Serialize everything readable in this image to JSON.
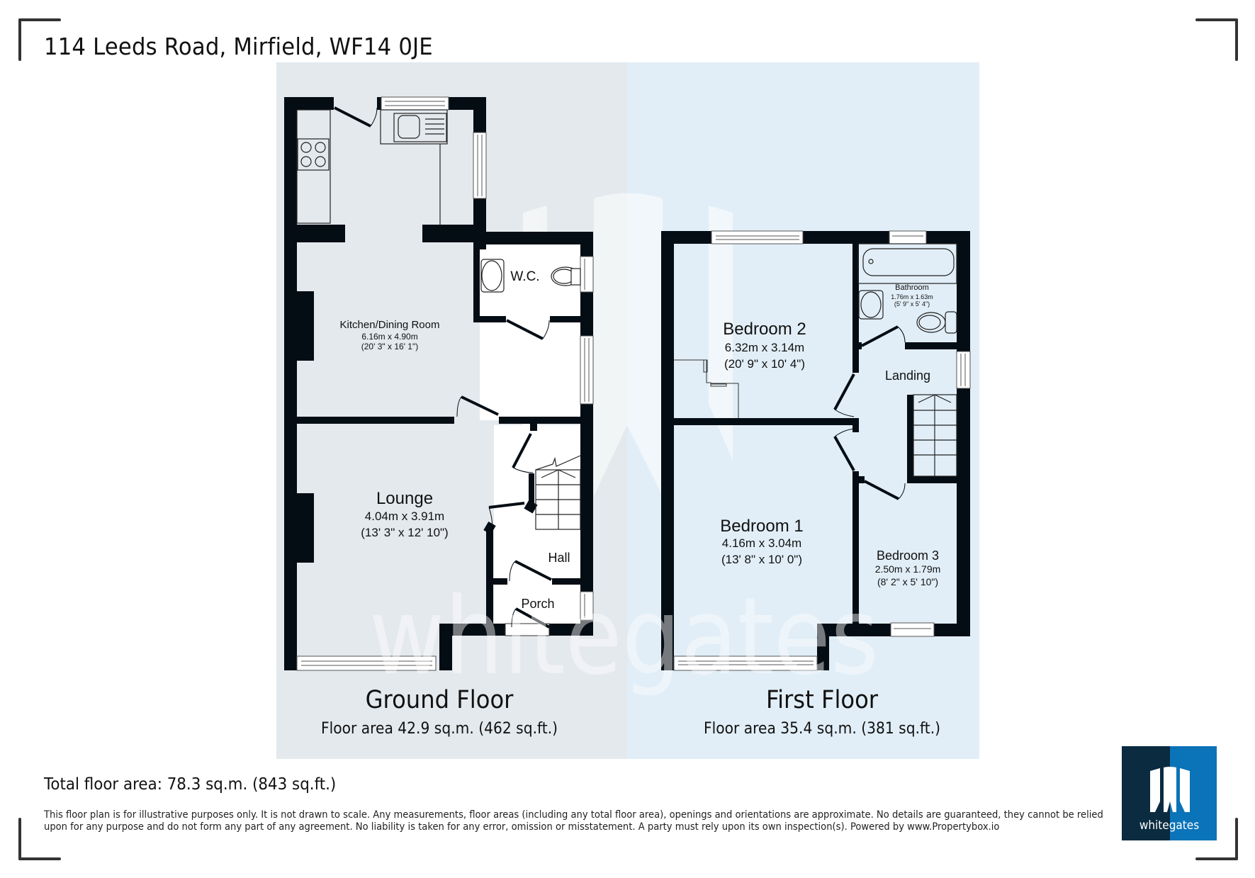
{
  "header": {
    "address": "114 Leeds Road, Mirfield, WF14 0JE"
  },
  "colors": {
    "ground_panel": "#e4e9ed",
    "first_panel": "#e1eef7",
    "wall": "#050d14",
    "logo_dark": "#0a2b40",
    "logo_blue": "#0b73b8"
  },
  "ground_floor": {
    "name": "Ground Floor",
    "area": "Floor area 42.9 sq.m. (462 sq.ft.)",
    "rooms": [
      {
        "name": "Kitchen/Dining Room",
        "metric": "6.16m x 4.90m",
        "imperial": "(20' 3\" x 16' 1\")"
      },
      {
        "name": "W.C."
      },
      {
        "name": "Lounge",
        "metric": "4.04m x 3.91m",
        "imperial": "(13' 3\" x 12' 10\")"
      },
      {
        "name": "Hall"
      },
      {
        "name": "Porch"
      }
    ]
  },
  "first_floor": {
    "name": "First Floor",
    "area": "Floor area 35.4 sq.m. (381 sq.ft.)",
    "rooms": [
      {
        "name": "Bedroom 2",
        "metric": "6.32m x 3.14m",
        "imperial": "(20' 9\" x 10' 4\")"
      },
      {
        "name": "Bathroom",
        "metric": "1.76m x 1.63m",
        "imperial": "(5' 9\" x 5' 4\")"
      },
      {
        "name": "Landing"
      },
      {
        "name": "Bedroom 1",
        "metric": "4.16m x 3.04m",
        "imperial": "(13' 8\" x 10' 0\")"
      },
      {
        "name": "Bedroom 3",
        "metric": "2.50m x 1.79m",
        "imperial": "(8' 2\" x 5' 10\")"
      }
    ]
  },
  "footer": {
    "total_area": "Total floor area: 78.3 sq.m. (843 sq.ft.)",
    "disclaimer": "This floor plan is for illustrative purposes only. It is not drawn to scale. Any measurements, floor areas (including any total floor area), openings and orientations are approximate. No details are guaranteed, they cannot be relied upon for any purpose and do not form any part of any agreement. No liability is taken for any error, omission or misstatement. A party must rely upon its own inspection(s). Powered by www.Propertybox.io"
  },
  "watermark": {
    "text": "whitegates"
  },
  "logo": {
    "text": "whitegates",
    "icon": "whitegates-w-logo-icon"
  }
}
